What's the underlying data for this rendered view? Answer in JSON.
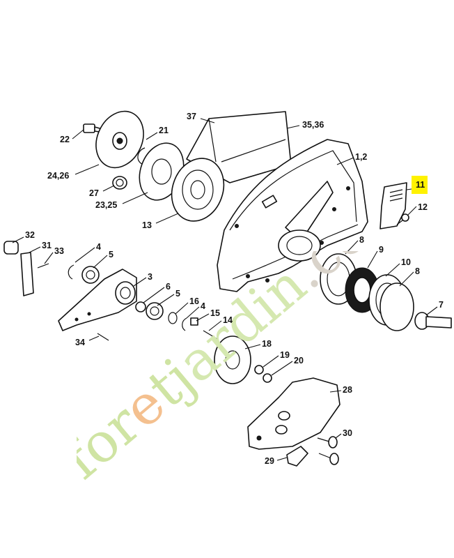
{
  "diagram": {
    "highlight_color": "#fff200",
    "watermark": {
      "segments": [
        {
          "text": "for",
          "color": "#cfe4a3"
        },
        {
          "text": "e",
          "color": "#f4c08f"
        },
        {
          "text": "tj",
          "color": "#cfe4a3"
        },
        {
          "text": "ardin",
          "color": "#d5e8b0"
        },
        {
          "text": ".com",
          "color": "#d9d3ca"
        }
      ]
    },
    "callouts": {
      "c1": "37",
      "c2": "35,36",
      "c3": "22",
      "c4": "21",
      "c5": "24,26",
      "c6": "1,2",
      "c7": "27",
      "c8": "23,25",
      "c9": "11",
      "c10": "12",
      "c11": "13",
      "c12": "32",
      "c13": "31",
      "c14": "33",
      "c15": "4",
      "c16": "5",
      "c17": "8",
      "c18": "9",
      "c19": "10",
      "c20": "8",
      "c21": "3",
      "c22": "6",
      "c23": "5",
      "c24": "16",
      "c25": "4",
      "c26": "15",
      "c27": "14",
      "c28": "7",
      "c29": "34",
      "c30": "18",
      "c31": "19",
      "c32": "20",
      "c33": "28",
      "c34": "30",
      "c35": "29"
    }
  }
}
